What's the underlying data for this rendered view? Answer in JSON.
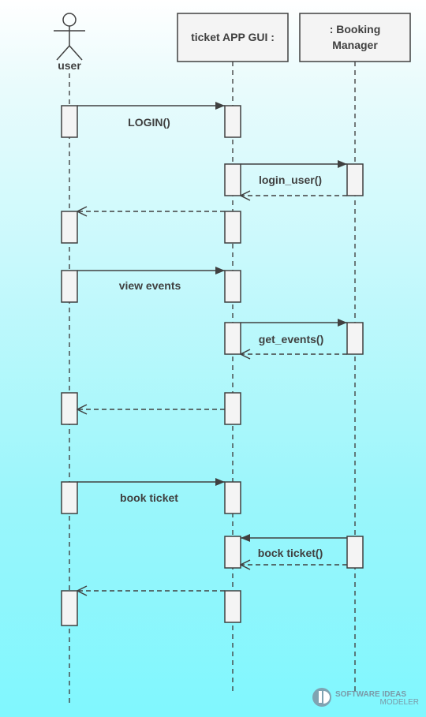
{
  "participants": {
    "user": "user",
    "gui": "ticket APP GUI :",
    "booking_line1": ": Booking",
    "booking_line2": "Manager"
  },
  "messages": {
    "login": "LOGIN()",
    "login_user": "login_user()",
    "view_events": "view events",
    "get_events": "get_events()",
    "book_ticket": "book ticket",
    "bock_ticket": "bock ticket()"
  },
  "watermark": {
    "line1": "SOFTWARE IDEAS",
    "line2": "MODELER"
  }
}
